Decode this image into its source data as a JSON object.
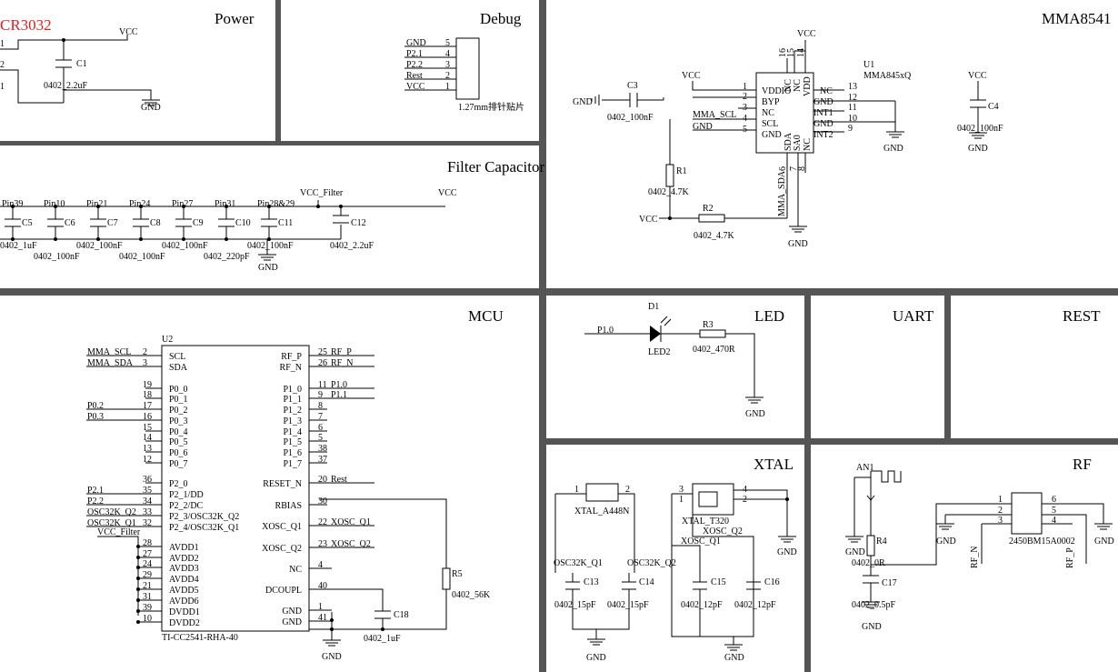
{
  "sections": {
    "power": "Power",
    "debug": "Debug",
    "mma": "MMA8541",
    "filter": "Filter Capacitor",
    "mcu": "MCU",
    "led": "LED",
    "uart": "UART",
    "rest": "REST",
    "xtal": "XTAL",
    "rf": "RF"
  },
  "power": {
    "battery": "CR3032",
    "vcc": "VCC",
    "cap": "C1",
    "cap_val": "0402_2.2uF",
    "gnd": "GND",
    "pin_labels": [
      "1",
      "2",
      "1"
    ]
  },
  "debug": {
    "pins": [
      {
        "name": "GND",
        "num": "5"
      },
      {
        "name": "P2.1",
        "num": "4"
      },
      {
        "name": "P2.2",
        "num": "3"
      },
      {
        "name": "Rest",
        "num": "2"
      },
      {
        "name": "VCC",
        "num": "1"
      }
    ],
    "connector": "1.27mm排针贴片"
  },
  "mma": {
    "ref": "U1",
    "part": "MMA845xQ",
    "vcc_top": "VCC",
    "vcc_left": "VCC",
    "vcc_r1": "VCC",
    "vcc_c4": "VCC",
    "gnd_left": "GND",
    "gnd_right": "GND",
    "gnd_bottom": "GND",
    "gnd_c4": "GND",
    "c3": "C3",
    "c3_val": "0402_100nF",
    "c4": "C4",
    "c4_val": "0402_100nF",
    "r1": "R1",
    "r1_val": "0402_4.7K",
    "r2": "R2",
    "r2_val": "0402_4.7K",
    "net_scl": "MMA_SCL",
    "net_gnd": "GND",
    "net_sda": "MMA_SDA",
    "left_pins": [
      {
        "num": "1",
        "name": "VDDIO"
      },
      {
        "num": "2",
        "name": "BYP"
      },
      {
        "num": "3",
        "name": "NC"
      },
      {
        "num": "4",
        "name": "SCL"
      },
      {
        "num": "5",
        "name": "GND"
      }
    ],
    "right_pins": [
      {
        "num": "13",
        "name": "NC"
      },
      {
        "num": "12",
        "name": "GND"
      },
      {
        "num": "11",
        "name": "INT1"
      },
      {
        "num": "10",
        "name": "GND"
      },
      {
        "num": "9",
        "name": "INT2"
      }
    ],
    "top_pins": [
      {
        "num": "16",
        "name": "NC"
      },
      {
        "num": "15",
        "name": "NC"
      },
      {
        "num": "14",
        "name": "VDD"
      }
    ],
    "bottom_pins": [
      {
        "num": "6",
        "name": "SDA"
      },
      {
        "num": "7",
        "name": "SA0"
      },
      {
        "num": "8",
        "name": "NC"
      }
    ]
  },
  "filter": {
    "pins": [
      "Pin39",
      "Pin10",
      "Pin21",
      "Pin24",
      "Pin27",
      "Pin31",
      "Pin28&29"
    ],
    "caps": [
      "C5",
      "C6",
      "C7",
      "C8",
      "C9",
      "C10",
      "C11",
      "C12"
    ],
    "vals_row1": [
      "0402_1uF",
      "0402_100nF",
      "0402_100nF",
      "0402_100nF",
      "0402_2.2uF"
    ],
    "vals_row2": [
      "0402_100nF",
      "0402_100nF",
      "0402_220pF"
    ],
    "net": "VCC_Filter",
    "vcc": "VCC",
    "gnd": "GND"
  },
  "mcu": {
    "ref": "U2",
    "part": "TI-CC2541-RHA-40",
    "left_pins": [
      {
        "num": "2",
        "name": "SCL",
        "net": "MMA_SCL"
      },
      {
        "num": "3",
        "name": "SDA",
        "net": "MMA_SDA"
      },
      {
        "num": "19",
        "name": "P0_0",
        "net": ""
      },
      {
        "num": "18",
        "name": "P0_1",
        "net": ""
      },
      {
        "num": "17",
        "name": "P0_2",
        "net": "P0.2"
      },
      {
        "num": "16",
        "name": "P0_3",
        "net": "P0.3"
      },
      {
        "num": "15",
        "name": "P0_4",
        "net": ""
      },
      {
        "num": "14",
        "name": "P0_5",
        "net": ""
      },
      {
        "num": "13",
        "name": "P0_6",
        "net": ""
      },
      {
        "num": "12",
        "name": "P0_7",
        "net": ""
      },
      {
        "num": "36",
        "name": "P2_0",
        "net": ""
      },
      {
        "num": "35",
        "name": "P2_1/DD",
        "net": "P2.1"
      },
      {
        "num": "34",
        "name": "P2_2/DC",
        "net": "P2.2"
      },
      {
        "num": "33",
        "name": "P2_3/OSC32K_Q2",
        "net": "OSC32K_Q2"
      },
      {
        "num": "32",
        "name": "P2_4/OSC32K_Q1",
        "net": "OSC32K_Q1"
      },
      {
        "num": "28",
        "name": "AVDD1",
        "net": ""
      },
      {
        "num": "27",
        "name": "AVDD2",
        "net": ""
      },
      {
        "num": "24",
        "name": "AVDD3",
        "net": ""
      },
      {
        "num": "29",
        "name": "AVDD4",
        "net": ""
      },
      {
        "num": "21",
        "name": "AVDD5",
        "net": ""
      },
      {
        "num": "31",
        "name": "AVDD6",
        "net": ""
      },
      {
        "num": "39",
        "name": "DVDD1",
        "net": ""
      },
      {
        "num": "10",
        "name": "DVDD2",
        "net": ""
      }
    ],
    "vcc_filter": "VCC_Filter",
    "right_pins": [
      {
        "num": "25",
        "name": "RF_P",
        "net": "RF_P"
      },
      {
        "num": "26",
        "name": "RF_N",
        "net": "RF_N"
      },
      {
        "num": "11",
        "name": "P1_0",
        "net": "P1.0"
      },
      {
        "num": "9",
        "name": "P1_1",
        "net": "P1.1"
      },
      {
        "num": "8",
        "name": "P1_2",
        "net": ""
      },
      {
        "num": "7",
        "name": "P1_3",
        "net": ""
      },
      {
        "num": "6",
        "name": "P1_4",
        "net": ""
      },
      {
        "num": "5",
        "name": "P1_5",
        "net": ""
      },
      {
        "num": "38",
        "name": "P1_6",
        "net": ""
      },
      {
        "num": "37",
        "name": "P1_7",
        "net": ""
      },
      {
        "num": "20",
        "name": "RESET_N",
        "net": "Rest"
      },
      {
        "num": "30",
        "name": "RBIAS",
        "net": ""
      },
      {
        "num": "22",
        "name": "XOSC_Q1",
        "net": "XOSC_Q1"
      },
      {
        "num": "23",
        "name": "XOSC_Q2",
        "net": "XOSC_Q2"
      },
      {
        "num": "4",
        "name": "NC",
        "net": ""
      },
      {
        "num": "40",
        "name": "DCOUPL",
        "net": ""
      },
      {
        "num": "1",
        "name": "GND",
        "net": ""
      },
      {
        "num": "41",
        "name": "GND",
        "net": ""
      }
    ],
    "r5": "R5",
    "r5_val": "0402_56K",
    "c18": "C18",
    "c18_val": "0402_1uF",
    "gnd": "GND"
  },
  "led": {
    "d1": "D1",
    "led": "LED2",
    "net": "P1.0",
    "r3": "R3",
    "r3_val": "0402_470R",
    "gnd": "GND"
  },
  "xtal": {
    "y1": "XTAL_A448N",
    "y2": "XTAL_T320",
    "y1_pins": [
      "1",
      "2"
    ],
    "y2_pins": [
      "3",
      "1",
      "4",
      "2"
    ],
    "net_q1_32k": "OSC32K_Q1",
    "net_q2_32k": "OSC32K_Q2",
    "net_xq2": "XOSC_Q2",
    "net_xq1": "XOSC_Q1",
    "c13": "C13",
    "c14": "C14",
    "c15": "C15",
    "c16": "C16",
    "c13_val": "0402_15pF",
    "c14_val": "0402_15pF",
    "c15_val": "0402_12pF",
    "c16_val": "0402_12pF",
    "gnd": "GND"
  },
  "rf": {
    "ant": "AN1",
    "balun": "2450BM15A0002",
    "pins_left": [
      "1",
      "2",
      "3"
    ],
    "pins_right": [
      "6",
      "5",
      "4"
    ],
    "r4": "R4",
    "r4_val": "0402_0R",
    "c17": "C17",
    "c17_val": "0402_0.5pF",
    "rf_n": "RF_N",
    "rf_p": "RF_P",
    "gnd": "GND"
  }
}
